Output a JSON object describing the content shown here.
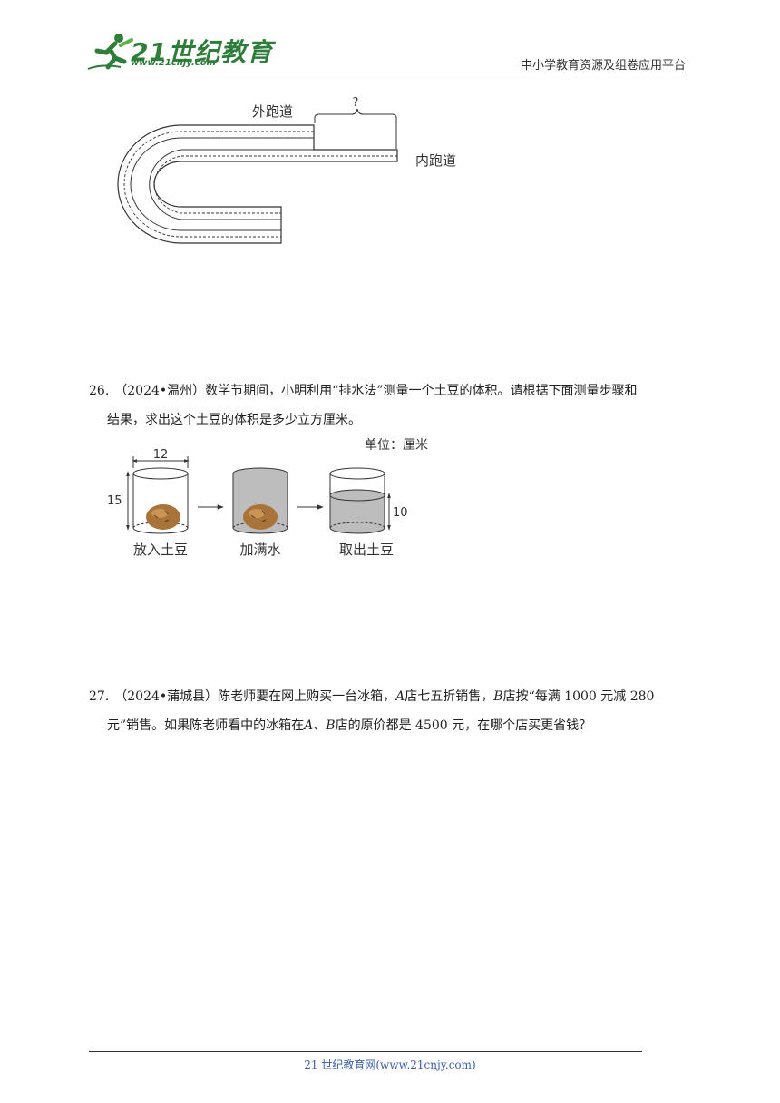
{
  "header": {
    "logo_text": "21世纪教育",
    "logo_url": "www.21cnjy.com",
    "right_text": "中小学教育资源及组卷应用平台"
  },
  "track_figure": {
    "outer_label": "外跑道",
    "inner_label": "内跑道",
    "question_mark": "?"
  },
  "q26": {
    "number": "26.",
    "source": "（2024•温州）",
    "line1": "数学节期间，小明利用“排水法”测量一个土豆的体积。请根据下面测量步骤和",
    "line2": "结果，求出这个土豆的体积是多少立方厘米。",
    "figure": {
      "unit": "单位：厘米",
      "diameter": "12",
      "height": "15",
      "water_height": "10",
      "step1": "放入土豆",
      "step2": "加满水",
      "step3": "取出土豆"
    }
  },
  "q27": {
    "number": "27.",
    "source": "（2024•蒲城县）",
    "text1a": "陈老师要在网上购买一台冰箱，",
    "storeA": "A",
    "text1b": "店七五折销售，",
    "storeB": "B",
    "text1c": "店按“每满 1000 元减 280",
    "line2a": "元”销售。如果陈老师看中的冰箱在",
    "storeA2": "A",
    "sep": "、",
    "storeB2": "B",
    "line2b": "店的原价都是 4500 元，在哪个店买更省钱？"
  },
  "footer": {
    "text": "21 世纪教育网(www.21cnjy.com)"
  }
}
